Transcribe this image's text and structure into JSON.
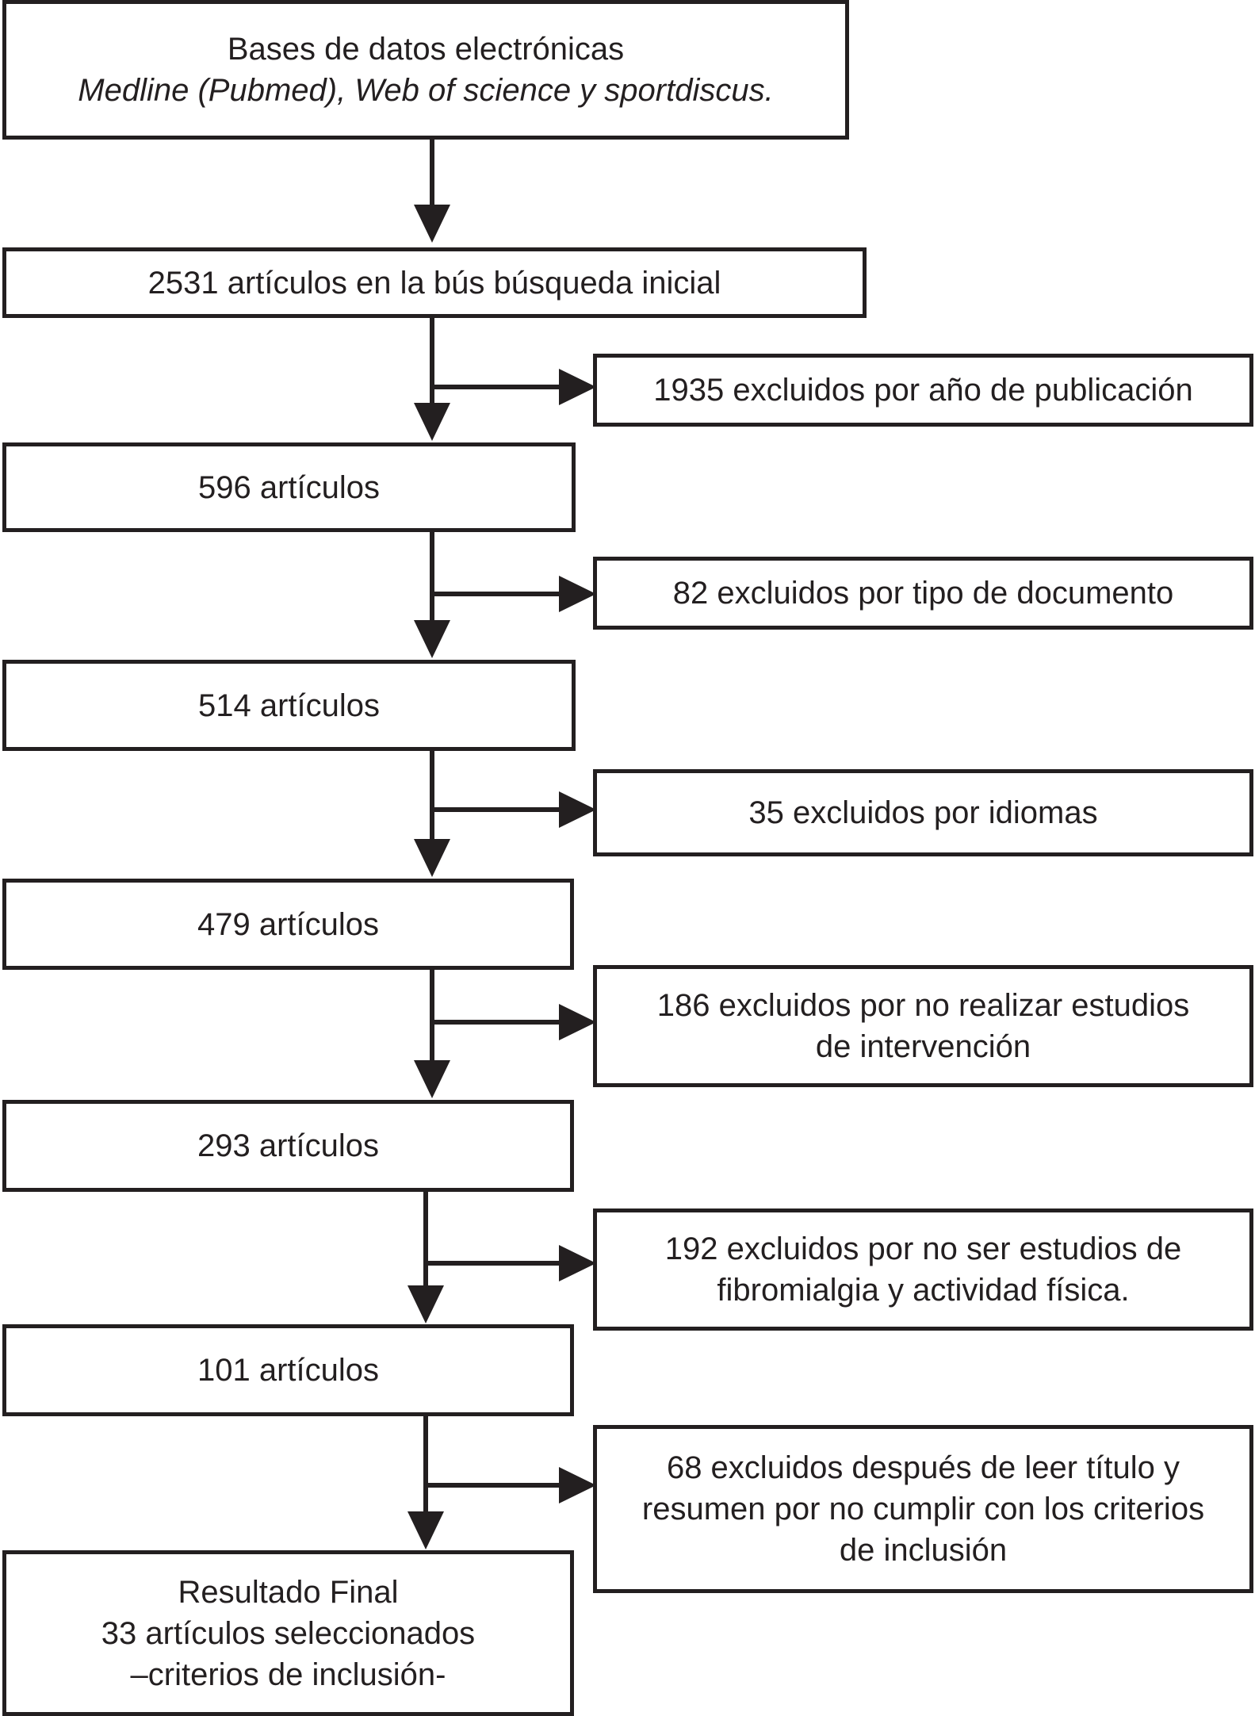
{
  "source": {
    "line1": "Bases de datos electrónicas",
    "line2": "Medline (Pubmed), Web of science y sportdiscus."
  },
  "steps": [
    {
      "label": "2531 artículos en la bús búsqueda inicial"
    },
    {
      "label": "596 artículos"
    },
    {
      "label": "514 artículos"
    },
    {
      "label": "479 artículos"
    },
    {
      "label": "293 artículos"
    },
    {
      "label": "101 artículos"
    }
  ],
  "exclusions": [
    {
      "lines": [
        "1935 excluidos por año de publicación"
      ]
    },
    {
      "lines": [
        "82 excluidos por tipo de documento"
      ]
    },
    {
      "lines": [
        "35 excluidos por idiomas"
      ]
    },
    {
      "lines": [
        "186 excluidos por no realizar estudios",
        "de intervención"
      ]
    },
    {
      "lines": [
        "192 excluidos por no ser estudios de",
        "fibromialgia y actividad física."
      ]
    },
    {
      "lines": [
        "68 excluidos después de leer título y",
        "resumen por no cumplir con los criterios",
        "de inclusión"
      ]
    }
  ],
  "final": {
    "line1": "Resultado Final",
    "line2": "33 artículos seleccionados",
    "line3": "–criterios de inclusión-"
  }
}
